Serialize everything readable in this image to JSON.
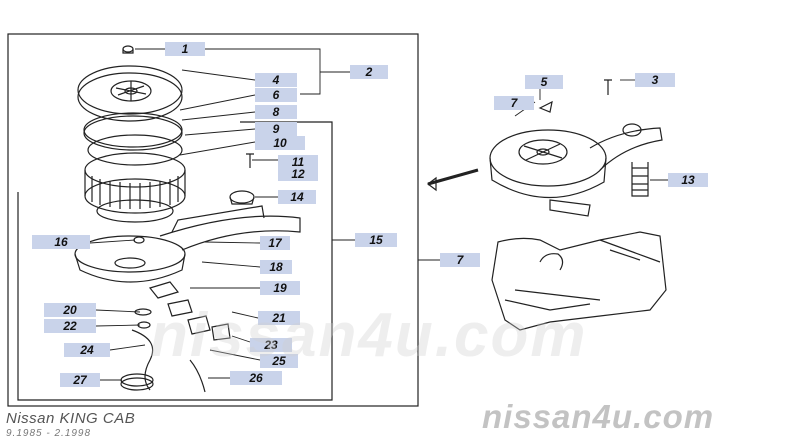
{
  "diagram": {
    "callouts": [
      "1",
      "2",
      "3",
      "4",
      "5",
      "6",
      "7",
      "8",
      "9",
      "10",
      "11",
      "12",
      "13",
      "14",
      "15",
      "16",
      "17",
      "18",
      "19",
      "20",
      "21",
      "22",
      "23",
      "24",
      "25",
      "26",
      "27",
      "7"
    ],
    "brand": "Nissan KING CAB",
    "dates": "9.1985 - 2.1998",
    "watermark": "nissan4u.com",
    "colors": {
      "label_bg": "#c9d3ea",
      "line": "#222222"
    }
  }
}
